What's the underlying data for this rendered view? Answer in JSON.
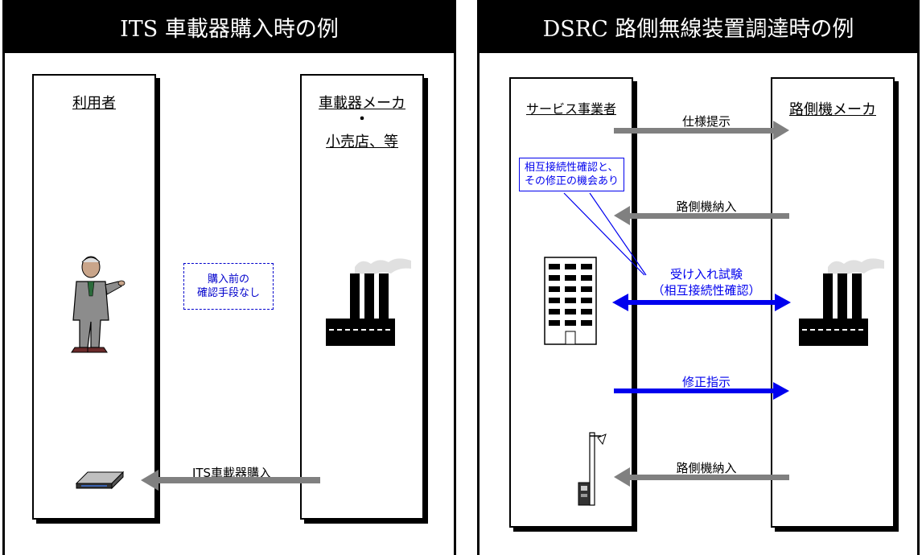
{
  "left_panel": {
    "title": "ITS 車載器購入時の例",
    "user_column": {
      "title": "利用者"
    },
    "vendor_column": {
      "title_line1": "車載器メーカ",
      "separator": "・",
      "title_line2": "小売店、等"
    },
    "note_line1": "購入前の",
    "note_line2": "確認手段なし",
    "arrow_purchase": "ITS車載器購入",
    "icons": [
      "businessman-icon",
      "factory-icon",
      "onboard-unit-icon"
    ]
  },
  "right_panel": {
    "title": "DSRC 路側無線装置調達時の例",
    "provider_column": {
      "title": "サービス事業者"
    },
    "maker_column": {
      "title": "路側機メーカ"
    },
    "callout_line1": "相互接続性確認と、",
    "callout_line2": "その修正の機会あり",
    "arrow_spec": "仕様提示",
    "arrow_delivery1": "路側機納入",
    "arrow_test_line1": "受け入れ試験",
    "arrow_test_line2": "（相互接続性確認）",
    "arrow_fix": "修正指示",
    "arrow_delivery2": "路側機納入",
    "icons": [
      "office-building-icon",
      "factory-icon",
      "roadside-unit-icon"
    ]
  },
  "colors": {
    "gray_arrow": "#808080",
    "blue_arrow": "#0000ee",
    "header_bg": "#000000"
  }
}
